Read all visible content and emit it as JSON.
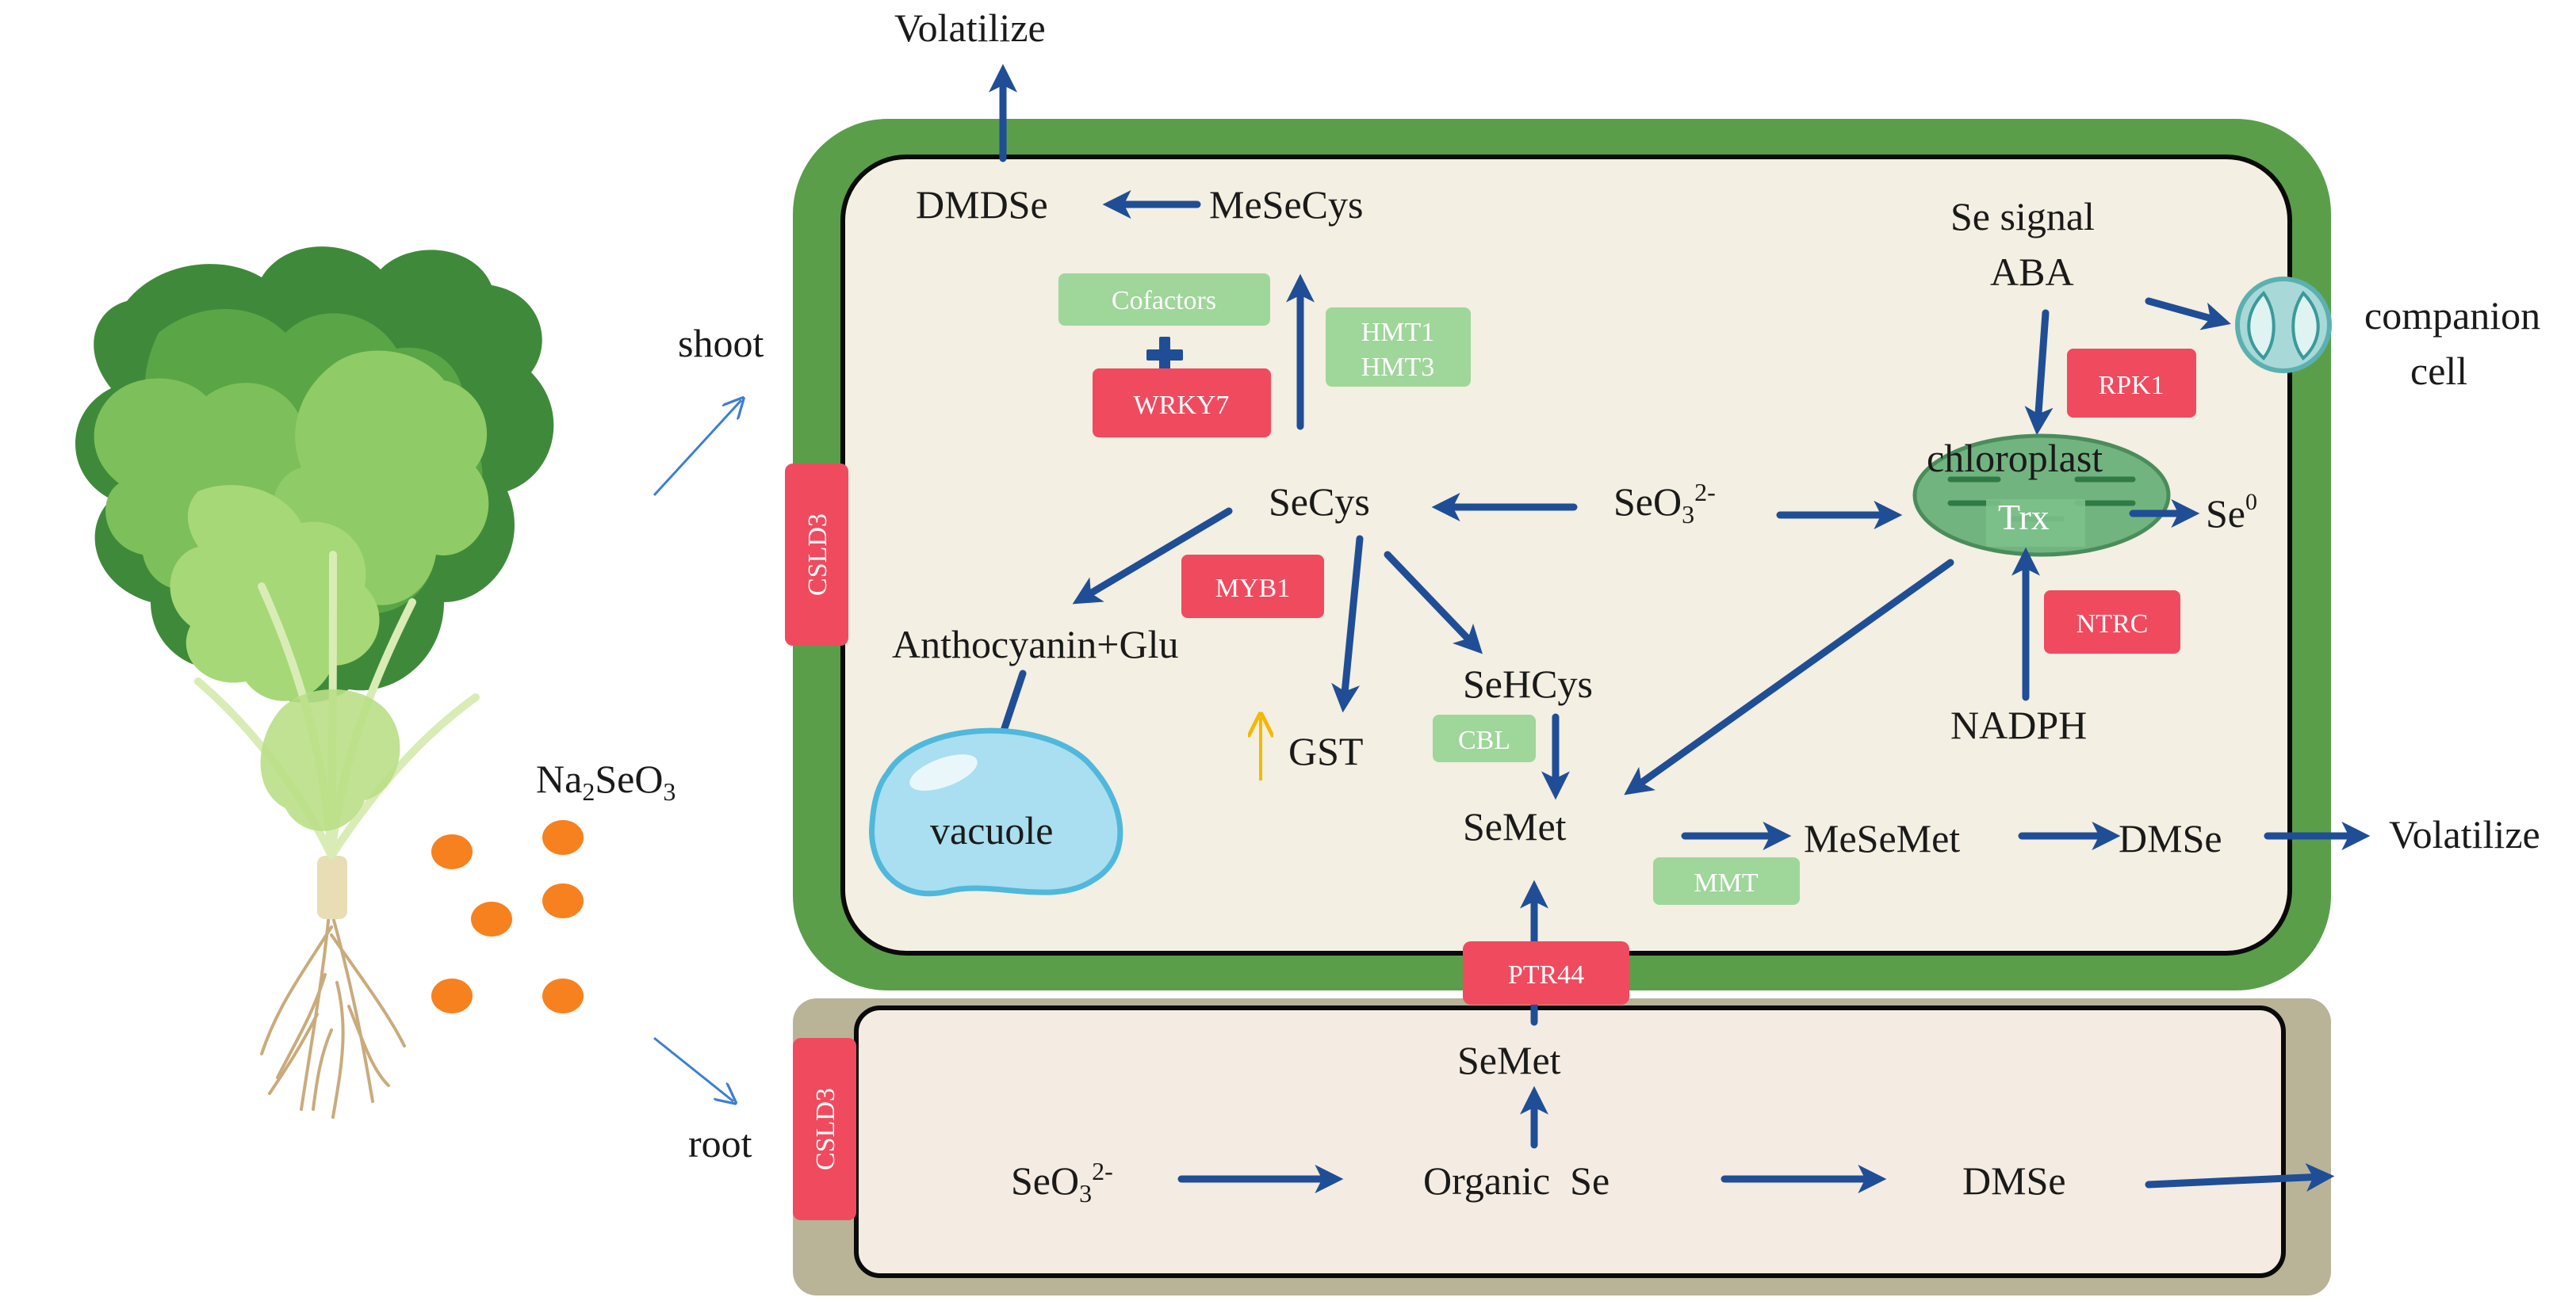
{
  "labels": {
    "volatilize_top": "Volatilize",
    "dmdse": "DMDSe",
    "mesecys": "MeSeCys",
    "shoot": "shoot",
    "root": "root",
    "na2seo3_base": "Na",
    "na2seo3_sub1": "2",
    "na2seo3_mid": "SeO",
    "na2seo3_sub2": "3",
    "se_signal": "Se signal",
    "aba": "ABA",
    "companion1": "companion",
    "companion2": "cell",
    "chloroplast": "chloroplast",
    "trx": "Trx",
    "se0_base": "Se",
    "se0_sup": "0",
    "secys": "SeCys",
    "seo3_base": "SeO",
    "seo3_sub": "3",
    "seo3_sup": "2-",
    "anthocyanin": "Anthocyanin+Glu",
    "vacuole": "vacuole",
    "gst": "GST",
    "sehcys": "SeHCys",
    "semet_shoot": "SeMet",
    "mesemet": "MeSeMet",
    "dmse_shoot": "DMSe",
    "volatilize_right": "Volatilize",
    "nadph": "NADPH",
    "semet_root": "SeMet",
    "organic_se": "Organic  Se",
    "dmse_root": "DMSe"
  },
  "tags": {
    "cofactors": "Cofactors",
    "wrky7": "WRKY7",
    "hmt1": "HMT1",
    "hmt3": "HMT3",
    "rpk1": "RPK1",
    "myb1": "MYB1",
    "cbl": "CBL",
    "ntrc": "NTRC",
    "mmt": "MMT",
    "ptr44": "PTR44",
    "csld3_shoot": "CSLD3",
    "csld3_root": "CSLD3"
  },
  "colors": {
    "cell_wall_green": "#5a9e4a",
    "cytoplasm": "#f3efe2",
    "root_wall": "#b9b398",
    "root_cytoplasm": "#f4ece2",
    "arrow_blue": "#1f4e96",
    "red_tag": "#f04a5e",
    "green_tag": "#9fd69a",
    "vacuole": "#a9dff0",
    "chloroplast": "#72b480",
    "particle_orange": "#f7811e",
    "up_arrow_yellow": "#f4b800"
  },
  "icons": [
    "lettuce-plant-icon",
    "vacuole-icon",
    "chloroplast-icon",
    "companion-cell-icon",
    "na2seo3-particles-icon"
  ]
}
